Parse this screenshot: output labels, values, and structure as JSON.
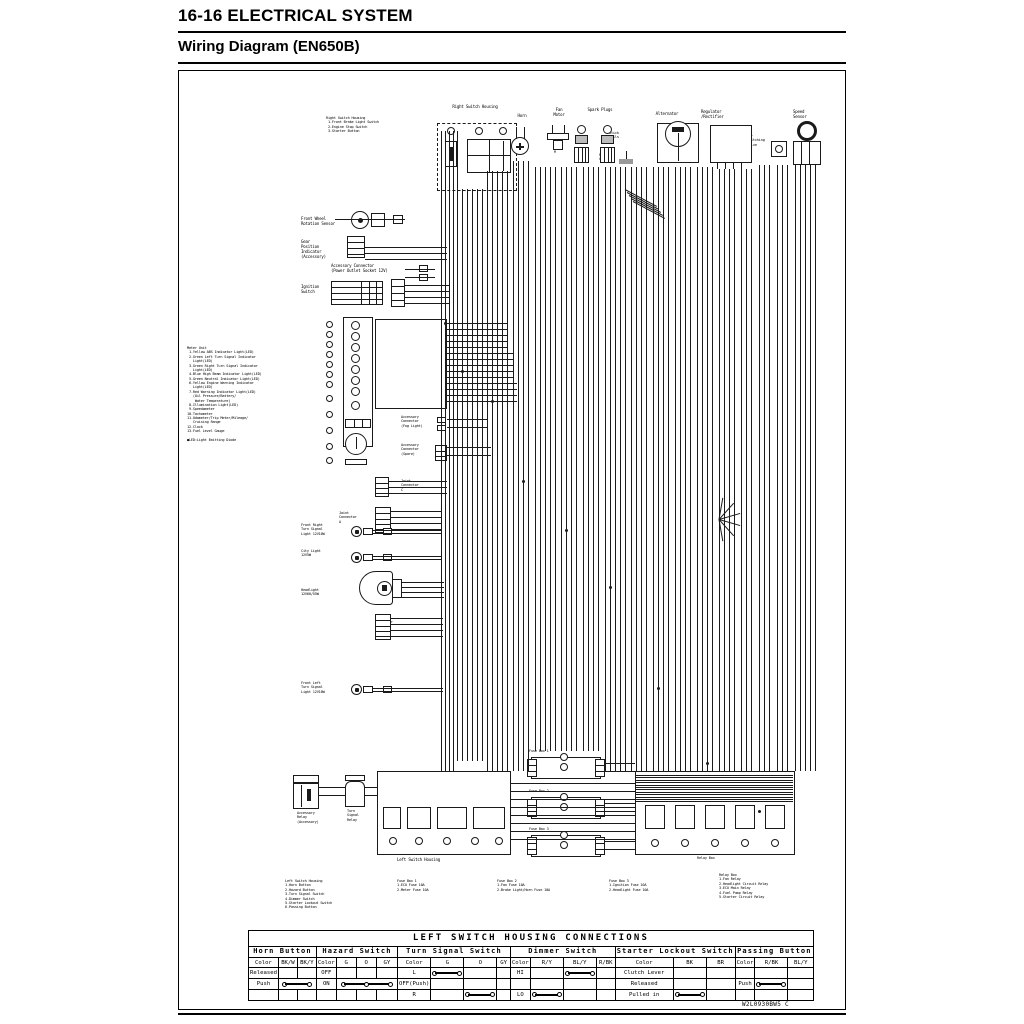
{
  "header": {
    "section": "16-16 ELECTRICAL SYSTEM",
    "subtitle": "Wiring Diagram (EN650B)"
  },
  "part_number": "W2L0930BW5 C",
  "components": {
    "right_switch_housing_top": "Right Switch Housing",
    "right_switch_housing_legend": "Right Switch Housing\n 1.Front Brake Light Switch\n 2.Engine Stop Switch\n 3.Starter Button",
    "horn": "Horn",
    "fan_motor": "Fan\nMotor",
    "spark_plugs": "Spark Plugs",
    "stick_coils": "Stick\nCoils",
    "frame_ground": "Frame\nGround",
    "alternator": "Alternator",
    "regulator_rectifier": "Regulator\n/Rectifier",
    "air_switching_valve": "Air\nSwitching\nValve",
    "speed_sensor": "Speed\nSensor",
    "front_wheel_rotation_sensor": "Front Wheel\nRotation Sensor",
    "gear_position_indicator": "Gear\nPosition\nIndicator\n(Accessory)",
    "accessory_connector_power": "Accessory Connector\n(Power Outlet Socket 12V)",
    "ignition_switch": "Ignition\nSwitch",
    "meter_unit_title": "Meter Unit",
    "accessory_connector_fog": "Accessory\nConnector\n(Fog Light)",
    "accessory_connector_spare": "Accessory\nConnector\n(Spare)",
    "joint_connector_c": "Joint\nConnector\nC",
    "joint_connector_a": "Joint\nConnector\nA",
    "front_right_turn_signal": "Front Right\nTurn Signal\nLight 12V10W",
    "city_light": "City Light\n12V5W",
    "headlight": "Headlight\n12V60/55W",
    "joint_connector_b": "Joint\nConnector\nB",
    "front_left_turn_signal": "Front Left\nTurn Signal\nLight 12V10W",
    "accessory_relay": "Accessory\nRelay\n(Accessory)",
    "turn_signal_relay": "Turn\nSignal\nRelay",
    "left_switch_housing_label": "Left Switch Housing",
    "fuse_box_1": "Fuse Box 1",
    "fuse_box_2": "Fuse Box 2",
    "fuse_box_3": "Fuse Box 3",
    "relay_box_label": "Relay Box"
  },
  "legends": {
    "meter_unit": "Meter Unit\n 1.Yellow ABS Indicator Light(LED)\n 2.Green Left Turn Signal Indicator\n   Light(LED)\n 3.Green Right Turn Signal Indicator\n   Light(LED)\n 4.Blue High Beam Indicator Light(LED)\n 5.Green Neutral Indicator Light(LED)\n 6.Yellow Engine Warning Indicator\n   Light(LED)\n 7.Red Warning Indicator Light(LED)\n   (Oil Pressure/Battery/\n    Water Temperature)\n 8.Illumination Light(LED)\n 9.Speedometer\n10.Tachometer\n11.Odometer/Trip Meter/Mileage/\n   Cruising Range\n12.Clock\n13.Fuel Level Gauge\n\n●LED:Light Emitting Diode",
    "left_switch_housing": "Left Switch Housing\n1.Horn Button\n2.Hazard Button\n3.Turn Signal Switch\n4.Dimmer Switch\n5.Starter Lockout Switch\n6.Passing Button",
    "fuse_box_1": "Fuse Box 1\n1.ECU Fuse 10A\n2.Meter Fuse 10A",
    "fuse_box_2": "Fuse Box 2\n1.Fan Fuse 10A\n2.Brake Light/Horn Fuse 10A",
    "fuse_box_3": "Fuse Box 3\n1.Ignition Fuse 10A\n2.Headlight Fuse 10A",
    "relay_box": "Relay Box\n1.Fan Relay\n2.Headlight Circuit Relay\n3.ECU Main Relay\n4.Fuel Pump Relay\n5.Starter Circuit Relay"
  },
  "connections_table": {
    "title": "LEFT SWITCH HOUSING CONNECTIONS",
    "groups": [
      {
        "name": "Horn Button",
        "colors": [
          "Color",
          "BK/W",
          "BK/Y"
        ],
        "rows": [
          {
            "label": "Released",
            "bars": [
              false,
              false
            ]
          },
          {
            "label": "Push",
            "bars": [
              true,
              false
            ],
            "span": "1-2"
          }
        ]
      },
      {
        "name": "Hazard Switch",
        "colors": [
          "Color",
          "G",
          "O",
          "GY"
        ],
        "rows": [
          {
            "label": "OFF",
            "bars": [
              false,
              false,
              false
            ]
          },
          {
            "label": "ON",
            "bars": [
              true,
              true,
              true
            ],
            "span": "1-3"
          }
        ]
      },
      {
        "name": "Turn Signal Switch",
        "colors": [
          "Color",
          "G",
          "O",
          "GY"
        ],
        "rows": [
          {
            "label": "L",
            "bars": [
              true,
              false,
              false
            ]
          },
          {
            "label": "OFF(Push)",
            "bars": [
              false,
              false,
              false
            ]
          },
          {
            "label": "R",
            "bars": [
              false,
              true,
              false
            ]
          }
        ]
      },
      {
        "name": "Dimmer Switch",
        "colors": [
          "Color",
          "R/Y",
          "BL/Y",
          "R/BK"
        ],
        "rows": [
          {
            "label": "HI",
            "bars": [
              false,
              true,
              false
            ]
          },
          {
            "label": "",
            "bars": [
              false,
              false,
              false
            ]
          },
          {
            "label": "LO",
            "bars": [
              true,
              false,
              false
            ]
          }
        ]
      },
      {
        "name": "Starter Lockout Switch",
        "colors": [
          "Color",
          "BK",
          "BR"
        ],
        "rows": [
          {
            "label": "Clutch Lever",
            "bars": [
              false,
              false
            ]
          },
          {
            "label": "Released",
            "bars": [
              false,
              false
            ]
          },
          {
            "label": "Pulled in",
            "bars": [
              true,
              false
            ]
          }
        ]
      },
      {
        "name": "Passing Button",
        "colors": [
          "Color",
          "R/BK",
          "BL/Y"
        ],
        "rows": [
          {
            "label": "",
            "bars": [
              false,
              false
            ]
          },
          {
            "label": "Push",
            "bars": [
              true,
              false
            ]
          },
          {
            "label": "",
            "bars": [
              false,
              false
            ]
          }
        ]
      }
    ]
  }
}
